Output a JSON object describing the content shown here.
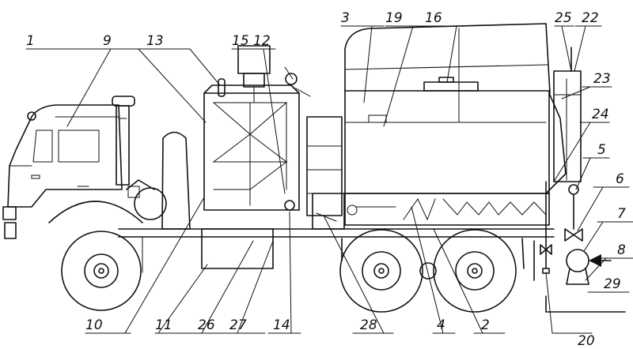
{
  "callouts": {
    "c1": "1",
    "c2": "2",
    "c3": "3",
    "c4": "4",
    "c5": "5",
    "c6": "6",
    "c7": "7",
    "c8": "8",
    "c9": "9",
    "c10": "10",
    "c11": "11",
    "c12": "12",
    "c13": "13",
    "c14": "14",
    "c15": "15",
    "c16": "16",
    "c19": "19",
    "c20": "20",
    "c22": "22",
    "c23": "23",
    "c24": "24",
    "c25": "25",
    "c26": "26",
    "c27": "27",
    "c28": "28",
    "c29": "29"
  }
}
